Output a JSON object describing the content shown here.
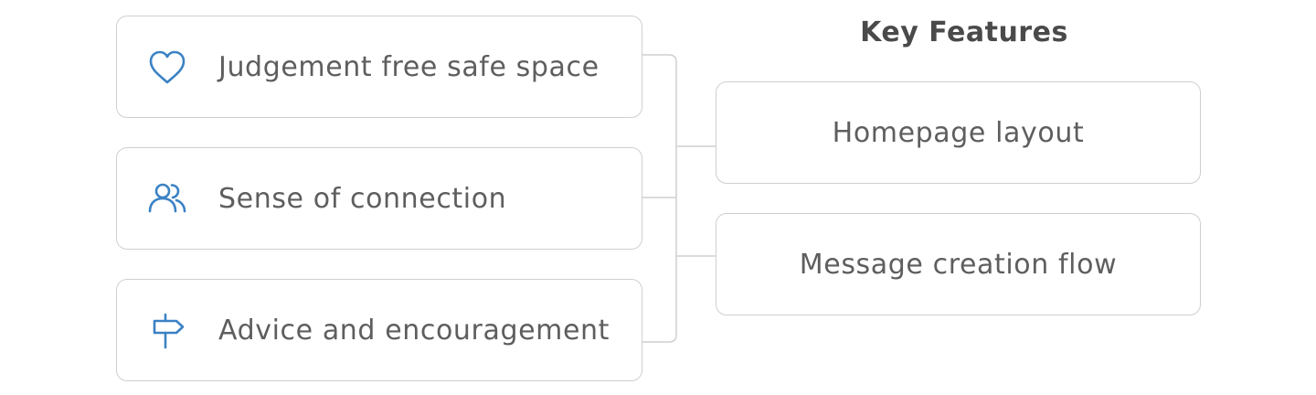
{
  "heading": "Key Features",
  "needs": [
    {
      "label": "Judgement free safe space",
      "icon": "heart-icon"
    },
    {
      "label": "Sense of connection",
      "icon": "people-icon"
    },
    {
      "label": "Advice and encouragement",
      "icon": "signpost-icon"
    }
  ],
  "features": [
    {
      "label": "Homepage layout"
    },
    {
      "label": "Message creation flow"
    }
  ],
  "colors": {
    "icon": "#3b82c4",
    "border": "#cfcfcf",
    "text": "#5e5e5e",
    "connector": "#cfcfcf"
  }
}
